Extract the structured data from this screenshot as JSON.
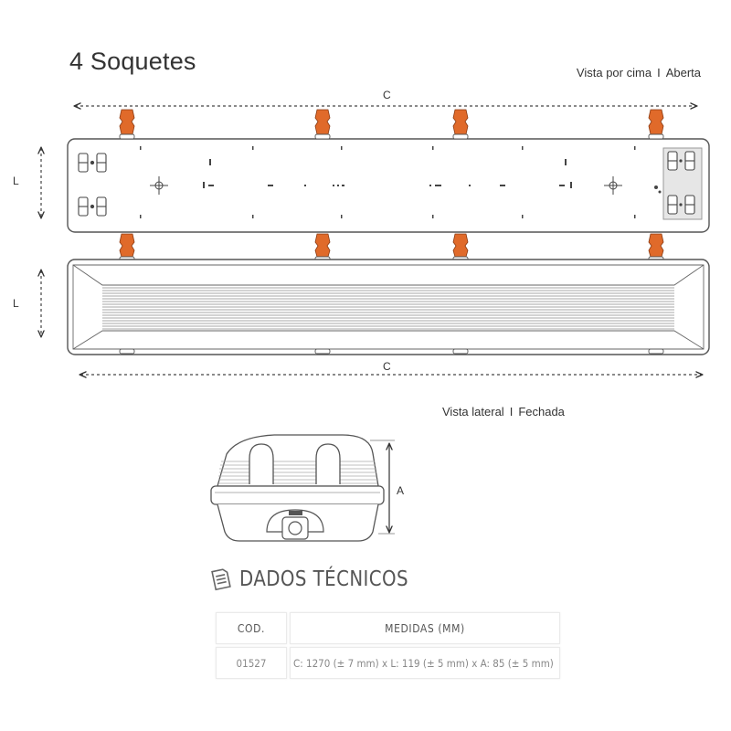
{
  "header": {
    "title": "4 Soquetes",
    "top_view_caption": {
      "left": "Vista por cima",
      "separator": "I",
      "right": "Aberta"
    },
    "side_view_caption": {
      "left": "Vista lateral",
      "separator": "I",
      "right": "Fechada"
    }
  },
  "dimensions": {
    "top_length_label": "C",
    "top_width_label": "L",
    "side_width_label": "L",
    "side_length_label": "C",
    "height_label": "A"
  },
  "colors": {
    "clip_orange": "#e06a2a",
    "outline": "#555555",
    "text": "#333333"
  },
  "technical": {
    "title": "DADOS TÉCNICOS",
    "icon": "document-icon",
    "table": {
      "headers": [
        "COD.",
        "MEDIDAS (MM)"
      ],
      "rows": [
        {
          "code": "01527",
          "measures": "C: 1270 (± 7 mm) x L: 119 (± 5 mm) x A:  85 (± 5 mm)"
        }
      ]
    }
  }
}
